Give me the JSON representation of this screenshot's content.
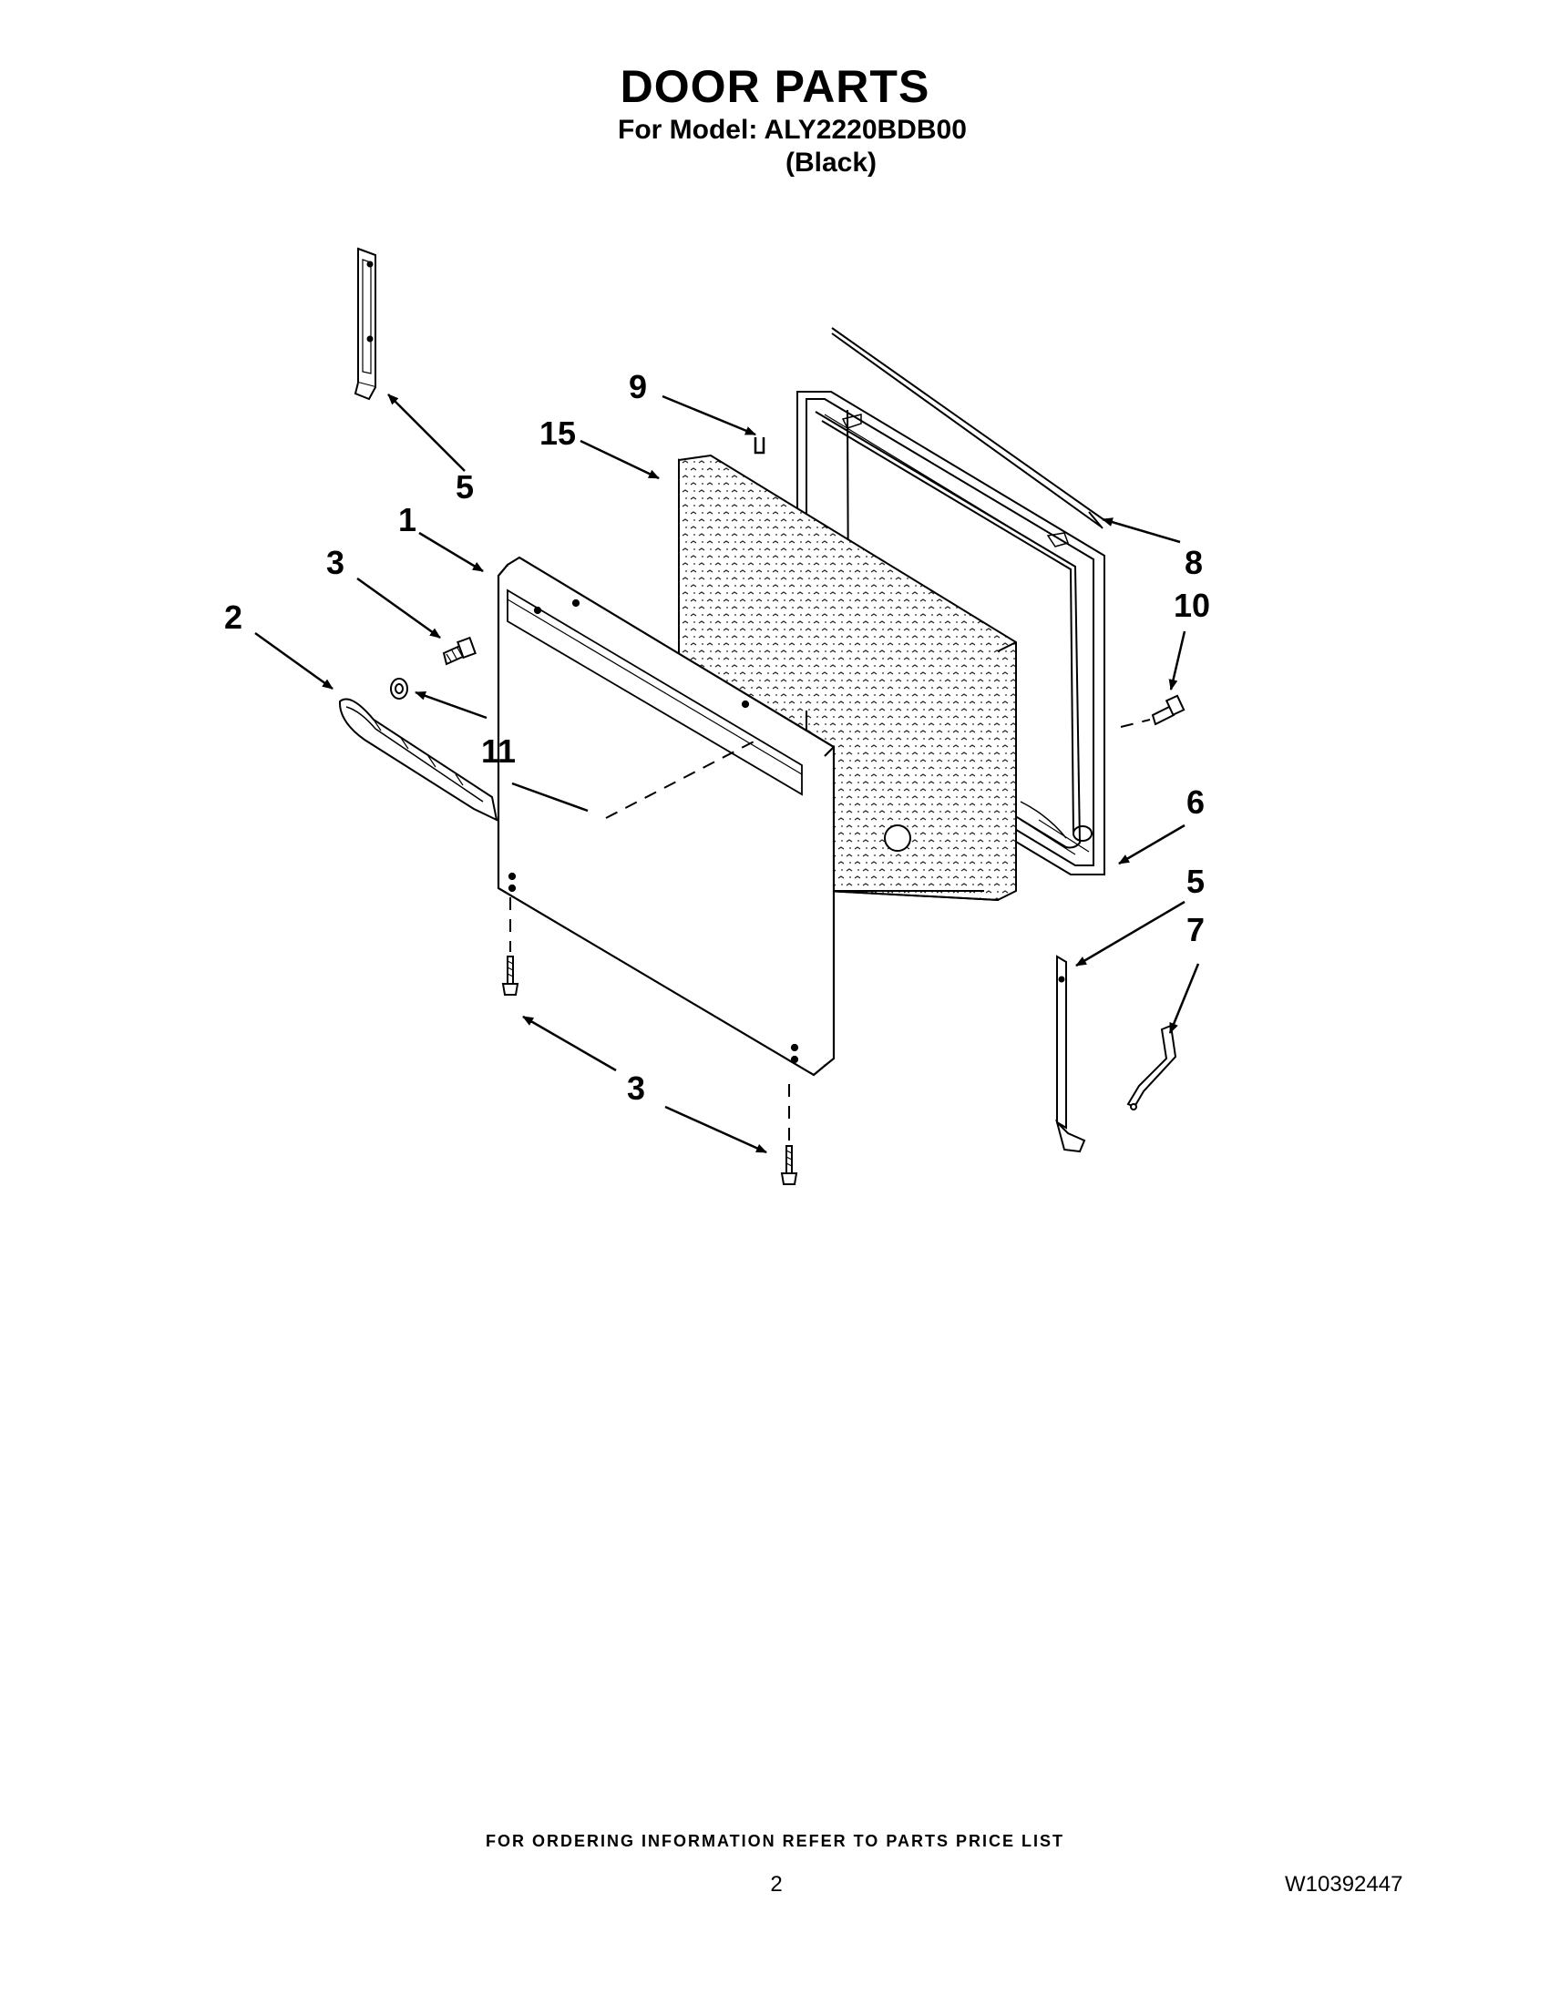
{
  "header": {
    "title": "DOOR PARTS",
    "model_line": "For Model: ALY2220BDB00",
    "color_line": "(Black)"
  },
  "diagram": {
    "callouts": [
      {
        "id": "c5a",
        "label": "5"
      },
      {
        "id": "c9",
        "label": "9"
      },
      {
        "id": "c15",
        "label": "15"
      },
      {
        "id": "c1",
        "label": "1"
      },
      {
        "id": "c3a",
        "label": "3"
      },
      {
        "id": "c2",
        "label": "2"
      },
      {
        "id": "c11",
        "label": "11"
      },
      {
        "id": "c8",
        "label": "8"
      },
      {
        "id": "c10",
        "label": "10"
      },
      {
        "id": "c6",
        "label": "6"
      },
      {
        "id": "c5b",
        "label": "5"
      },
      {
        "id": "c7",
        "label": "7"
      },
      {
        "id": "c3b",
        "label": "3"
      }
    ]
  },
  "footer": {
    "note": "FOR ORDERING INFORMATION REFER TO PARTS PRICE LIST",
    "page_number": "2",
    "doc_number": "W10392447"
  }
}
